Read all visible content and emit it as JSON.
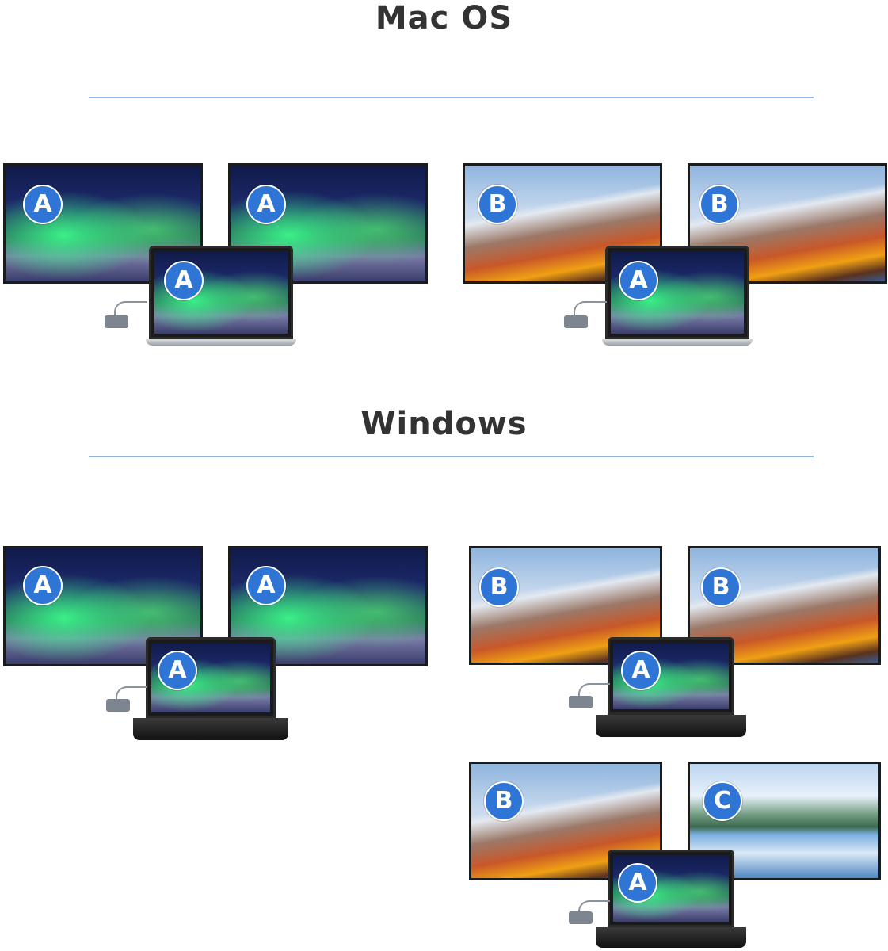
{
  "headings": {
    "mac": "Mac OS",
    "windows": "Windows"
  },
  "scene_badges": {
    "mac_mirror": {
      "left_tv": "A",
      "right_tv": "A",
      "laptop": "A"
    },
    "mac_extend": {
      "left_tv": "B",
      "right_tv": "B",
      "laptop": "A"
    },
    "win_mirror": {
      "left_tv": "A",
      "right_tv": "A",
      "laptop": "A"
    },
    "win_extend": {
      "left_tv": "B",
      "right_tv": "B",
      "laptop": "A"
    },
    "win_triple": {
      "left_tv": "B",
      "right_tv": "C",
      "laptop": "A"
    }
  },
  "colors": {
    "heading": "#333333",
    "rule": "#8fb4e2",
    "badge": "#2f75d6"
  }
}
